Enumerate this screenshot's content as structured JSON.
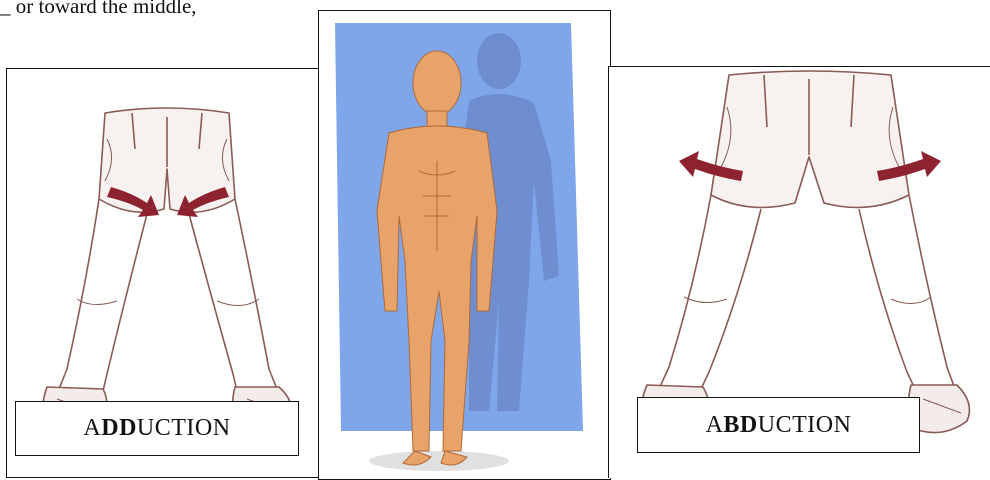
{
  "top_text": "_ or toward the middle,",
  "captions": {
    "adduction": {
      "pre": "A",
      "bold": "DD",
      "post": "UCTION"
    },
    "abduction": {
      "pre": "A",
      "bold": "BD",
      "post": "UCTION"
    }
  },
  "figures": {
    "left": "legs-adduction-illustration",
    "middle": "human-figure-sagittal-plane-illustration",
    "right": "legs-abduction-illustration"
  },
  "colors": {
    "arrow": "#8e2330",
    "plane": "#7fa6ea",
    "skin": "#e8a36b",
    "sketch": "#8a5a55"
  }
}
